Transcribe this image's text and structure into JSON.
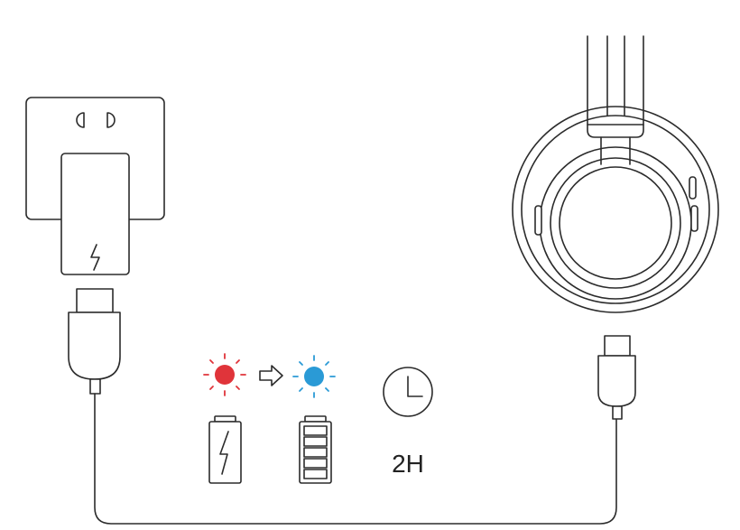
{
  "duration_label": "2H",
  "colors": {
    "line": "#2b2b2b",
    "led_charging": "#e0343a",
    "led_charged": "#2a9ad6"
  },
  "indicators": {
    "led_before": "red-led",
    "transition": "arrow-right-icon",
    "led_after": "blue-led",
    "battery_before": "battery-charging-icon",
    "battery_after": "battery-full-icon",
    "timer": "clock-icon"
  },
  "battery_full_bars": 5
}
